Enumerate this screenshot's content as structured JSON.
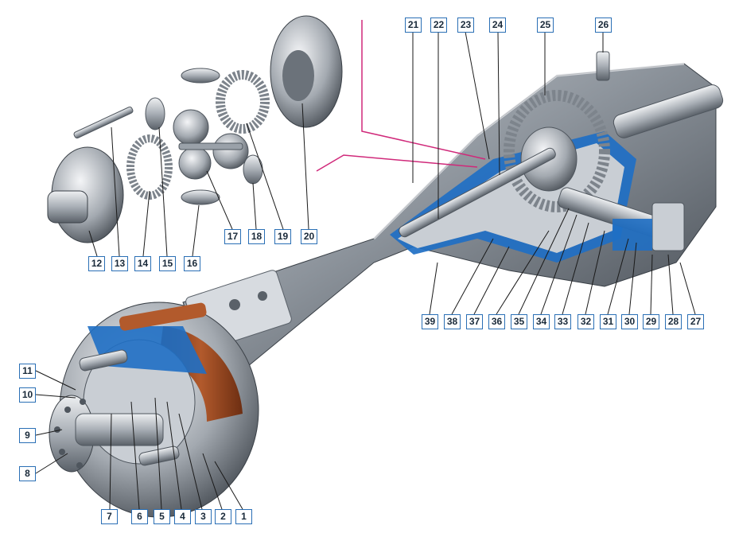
{
  "diagram": {
    "colors": {
      "section": "#1f6fc4",
      "steel_light": "#d7dbe0",
      "steel_mid": "#9aa1a9",
      "steel_dark": "#4f565e",
      "lining": "#9a4a22",
      "leader": "#1a1a1a",
      "callout_border": "#2a6fb5",
      "accent": "#d0297a"
    },
    "callouts": [
      "1",
      "2",
      "3",
      "4",
      "5",
      "6",
      "7",
      "8",
      "9",
      "10",
      "11",
      "12",
      "13",
      "14",
      "15",
      "16",
      "17",
      "18",
      "19",
      "20",
      "21",
      "22",
      "23",
      "24",
      "25",
      "26",
      "27",
      "28",
      "29",
      "30",
      "31",
      "32",
      "33",
      "34",
      "35",
      "36",
      "37",
      "38",
      "39"
    ]
  }
}
